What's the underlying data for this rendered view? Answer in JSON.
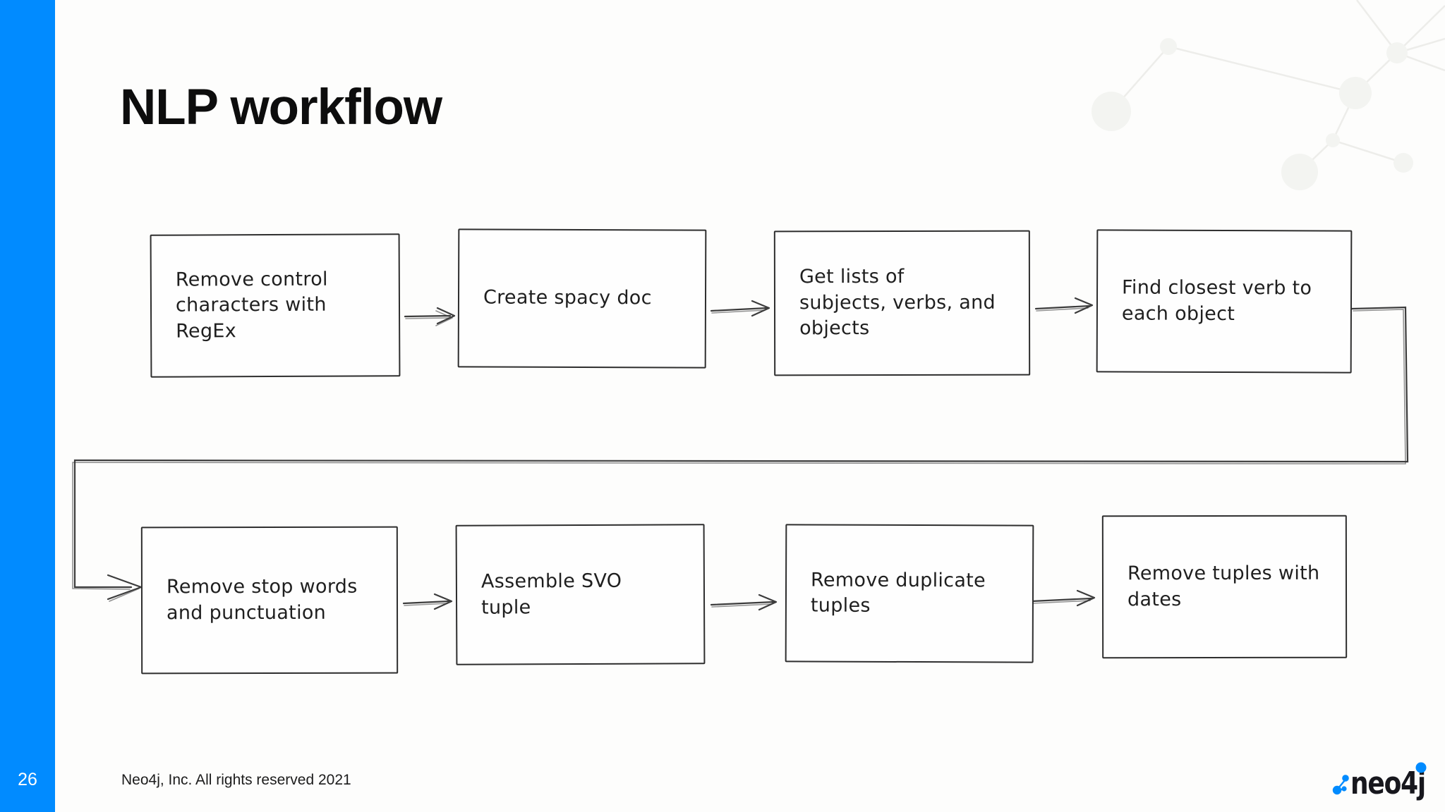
{
  "slide": {
    "title": "NLP workflow",
    "page_number": "26",
    "copyright": "Neo4j, Inc. All rights reserved 2021"
  },
  "footer": {
    "logo_text": "neo4j"
  },
  "diagram": {
    "type": "flowchart",
    "steps": [
      {
        "id": 1,
        "label": "Remove control\ncharacters with\nRegEx"
      },
      {
        "id": 2,
        "label": "Create spacy doc"
      },
      {
        "id": 3,
        "label": "Get lists of\nsubjects, verbs, and\nobjects"
      },
      {
        "id": 4,
        "label": "Find closest verb to\neach object"
      },
      {
        "id": 5,
        "label": "Remove stop words\nand punctuation"
      },
      {
        "id": 6,
        "label": "Assemble SVO\ntuple"
      },
      {
        "id": 7,
        "label": "Remove duplicate\ntuples"
      },
      {
        "id": 8,
        "label": "Remove tuples with\ndates"
      }
    ],
    "connections": [
      {
        "from": 1,
        "to": 2
      },
      {
        "from": 2,
        "to": 3
      },
      {
        "from": 3,
        "to": 4
      },
      {
        "from": 4,
        "to": 5
      },
      {
        "from": 5,
        "to": 6
      },
      {
        "from": 6,
        "to": 7
      },
      {
        "from": 7,
        "to": 8
      }
    ]
  },
  "colors": {
    "accent_blue": "#018BFF",
    "box_border_ink": "#2e2e2e",
    "text_ink": "#1f1f1f",
    "watermark_gray": "#f3f4f1"
  }
}
